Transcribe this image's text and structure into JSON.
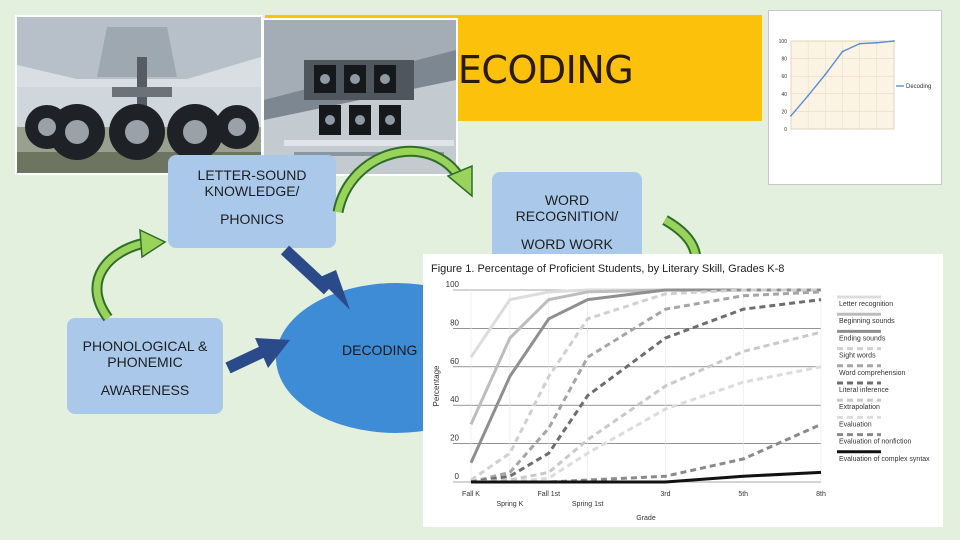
{
  "slide": {
    "title": "OF DECODING"
  },
  "diagram": {
    "box_letter_sound": [
      "LETTER-SOUND",
      "KNOWLEDGE/",
      "PHONICS"
    ],
    "box_word_recognition": [
      "WORD",
      "RECOGNITION/",
      "WORD WORK"
    ],
    "box_phonological": [
      "PHONOLOGICAL &",
      "PHONEMIC",
      "AWARENESS"
    ],
    "center_label": "DECODING"
  },
  "colors": {
    "background": "#e3f0dd",
    "title_bar": "#fcc10b",
    "box_fill": "#a9c8ea",
    "circle_fill": "#3f8cd6",
    "arrow_dark": "#2a4a8a",
    "arrow_green": "#7ec84a"
  },
  "photos": [
    {
      "icon": "airplane-landing-gear-photo"
    },
    {
      "icon": "airplane-gear-bay-photo"
    }
  ],
  "chart_data": [
    {
      "type": "line",
      "title": "",
      "x": [
        "",
        "",
        "",
        "",
        "",
        "",
        ""
      ],
      "series": [
        {
          "name": "Decoding",
          "values": [
            15,
            38,
            62,
            88,
            97,
            98,
            100
          ]
        }
      ],
      "yticks": [
        "100",
        "80",
        "60",
        "40",
        "20",
        "0"
      ],
      "ylim": [
        0,
        100
      ],
      "legend": "right"
    },
    {
      "type": "line",
      "title": "Figure 1. Percentage of Proficient Students, by Literary Skill, Grades K-8",
      "xlabel": "Grade",
      "ylabel": "Percentage",
      "x": [
        0,
        1,
        2,
        3,
        5,
        7,
        9
      ],
      "xticks_top": [
        {
          "x": 0,
          "label": "Fall K"
        },
        {
          "x": 2,
          "label": "Fall 1st"
        },
        {
          "x": 5,
          "label": "3rd"
        },
        {
          "x": 7,
          "label": "5th"
        },
        {
          "x": 9,
          "label": "8th"
        }
      ],
      "xticks_bottom": [
        {
          "x": 1,
          "label": "Spring K"
        },
        {
          "x": 3,
          "label": "Spring 1st"
        }
      ],
      "yticks": [
        0,
        20,
        40,
        60,
        80,
        100
      ],
      "ylim": [
        0,
        100
      ],
      "grid": true,
      "legend": "right",
      "series": [
        {
          "name": "Letter recognition",
          "color": "#dcdcdc",
          "dash": "",
          "values": [
            65,
            95,
            99,
            100,
            100,
            100,
            100
          ]
        },
        {
          "name": "Beginning sounds",
          "color": "#bdbdbd",
          "dash": "",
          "values": [
            30,
            75,
            95,
            99,
            100,
            100,
            100
          ]
        },
        {
          "name": "Ending sounds",
          "color": "#8f8f8f",
          "dash": "",
          "values": [
            10,
            55,
            85,
            95,
            100,
            100,
            100
          ]
        },
        {
          "name": "Sight words",
          "color": "#d0d0d0",
          "dash": "6 4",
          "values": [
            1,
            15,
            55,
            85,
            98,
            100,
            100
          ]
        },
        {
          "name": "Word comprehension",
          "color": "#a5a5a5",
          "dash": "6 4",
          "values": [
            0,
            5,
            28,
            65,
            90,
            97,
            99
          ]
        },
        {
          "name": "Literal inference",
          "color": "#6e6e6e",
          "dash": "6 4",
          "values": [
            0,
            3,
            15,
            45,
            75,
            90,
            95
          ]
        },
        {
          "name": "Extrapolation",
          "color": "#c9c9c9",
          "dash": "6 4",
          "values": [
            0,
            1,
            5,
            22,
            50,
            68,
            78
          ]
        },
        {
          "name": "Evaluation",
          "color": "#dcdcdc",
          "dash": "6 4",
          "values": [
            0,
            0,
            2,
            15,
            38,
            52,
            60
          ]
        },
        {
          "name": "Evaluation of nonfiction",
          "color": "#8a8a8a",
          "dash": "6 4",
          "values": [
            0,
            0,
            0,
            1,
            3,
            12,
            30
          ]
        },
        {
          "name": "Evaluation of complex syntax",
          "color": "#111111",
          "dash": "",
          "values": [
            0,
            0,
            0,
            0,
            0,
            3,
            5
          ]
        }
      ]
    }
  ]
}
